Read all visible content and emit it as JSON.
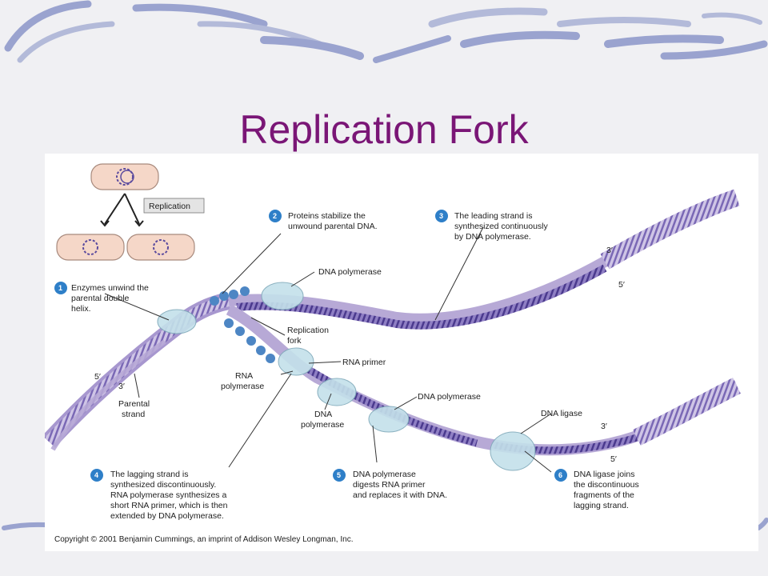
{
  "slide": {
    "title": "Replication Fork",
    "accent_color": "#7a1676",
    "decoration": "blue-swoosh-border"
  },
  "figure": {
    "inset": {
      "label": "Replication"
    },
    "callouts": [
      {
        "number": "1",
        "lines": [
          "Enzymes unwind the",
          "parental double",
          "helix."
        ]
      },
      {
        "number": "2",
        "lines": [
          "Proteins stabilize the",
          "unwound parental DNA."
        ]
      },
      {
        "number": "3",
        "lines": [
          "The leading strand is",
          "synthesized continuously",
          "by DNA polymerase."
        ]
      },
      {
        "number": "4",
        "lines": [
          "The lagging strand is",
          "synthesized discontinuously.",
          "RNA polymerase synthesizes a",
          "short RNA primer, which is then",
          "extended by DNA polymerase."
        ]
      },
      {
        "number": "5",
        "lines": [
          "DNA polymerase",
          "digests RNA primer",
          "and replaces it with DNA."
        ]
      },
      {
        "number": "6",
        "lines": [
          "DNA ligase joins",
          "the discontinuous",
          "fragments of the",
          "lagging strand."
        ]
      }
    ],
    "labels": {
      "dna_polymerase_top": "DNA polymerase",
      "replication_fork": [
        "Replication",
        "fork"
      ],
      "rna_primer": "RNA primer",
      "rna_polymerase": [
        "RNA",
        "polymerase"
      ],
      "dna_polymerase_mid": [
        "DNA",
        "polymerase"
      ],
      "dna_polymerase_low": "DNA polymerase",
      "dna_ligase": "DNA ligase",
      "parental_strand": [
        "Parental",
        "strand"
      ],
      "end_5_left": "5′",
      "end_3_left": "3′",
      "end_3_top": "3′",
      "end_5_top": "5′",
      "end_3_bottom": "3′",
      "end_5_bottom": "5′"
    },
    "copyright": "Copyright © 2001 Benjamin Cummings, an imprint of Addison Wesley Longman, Inc.",
    "colors": {
      "callout_circle": "#2e7fc8",
      "parental_dna": "#b7a9d6",
      "new_strand": "#6a58a8",
      "enzyme": "#c4e1ea",
      "ssb_protein": "#4d86c4",
      "cell": "#f5d7c8"
    }
  }
}
